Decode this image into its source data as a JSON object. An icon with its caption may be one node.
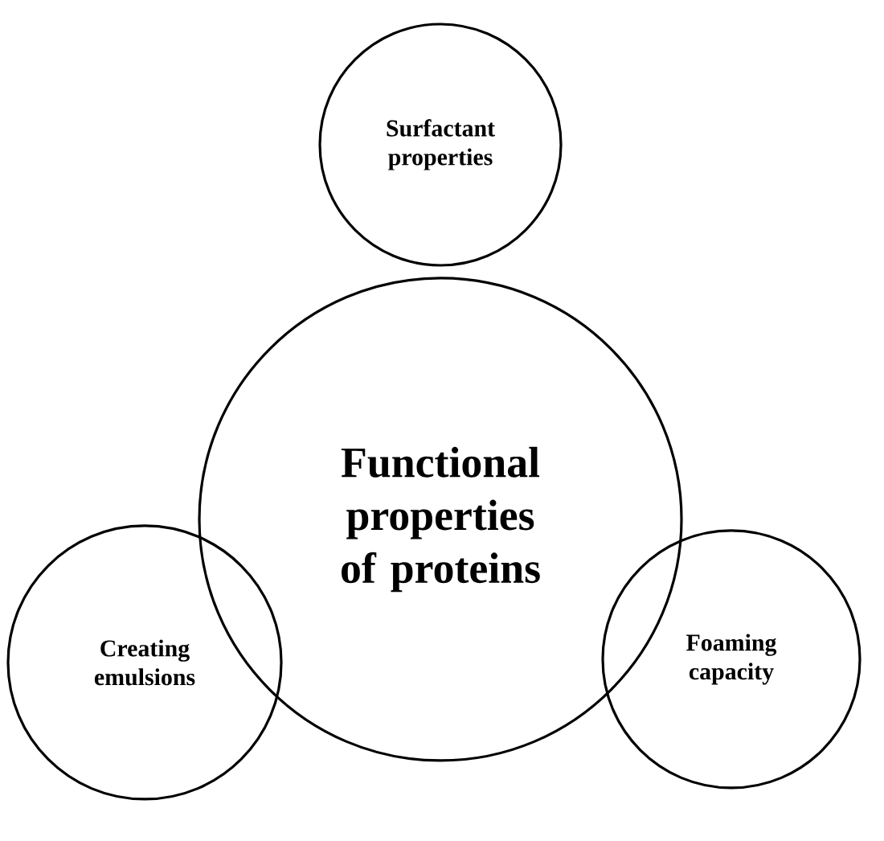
{
  "diagram": {
    "nodes": [
      {
        "text": [
          "Functional properties of proteins"
        ]
      },
      {
        "text": [
          "Surfactant properties"
        ]
      },
      {
        "text": [
          "Creating emulsions"
        ]
      },
      {
        "text": [
          "Foaming capacity"
        ]
      }
    ]
  }
}
